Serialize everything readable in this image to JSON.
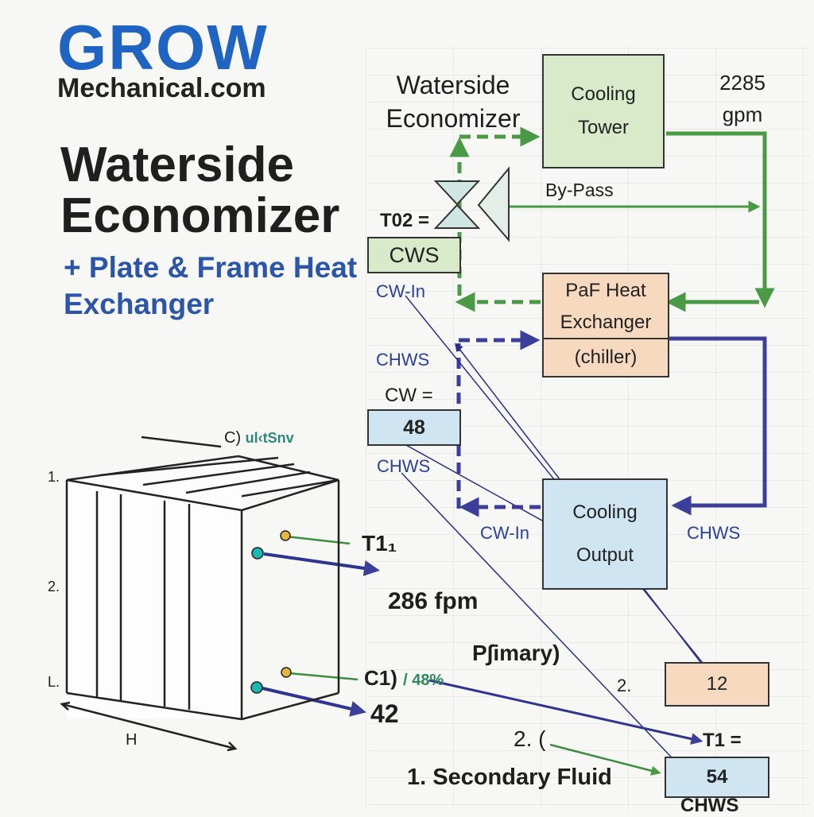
{
  "brand": {
    "name": "GROW",
    "site": "Mechanical.com"
  },
  "heading": {
    "title": "Waterside Economizer",
    "subtitle": "+ Plate & Frame Heat Exchanger"
  },
  "diagram": {
    "section_label": "Waterside Economizer",
    "cooling_tower": "Cooling Tower",
    "flow_rate": "2285 gpm",
    "bypass": "By-Pass",
    "t02_label": "T02 =",
    "cws_box": "CWS",
    "cw_in_top": "CW-In",
    "hx_line1": "PaF Heat",
    "hx_line2": "Exchanger",
    "hx_line3": "(chiller)",
    "chws_1": "CHWS",
    "cw_label": "CW =",
    "cw_value": "48",
    "chws_2": "CHWS",
    "cooling_output_1": "Cooling",
    "cooling_output_2": "Output",
    "cw_in_bottom": "CW-In",
    "chws_right": "CHWS",
    "box_12": "12",
    "box_54": "54",
    "t1_label": "T1 =",
    "chws_bottom": "CHWS",
    "num_2": "2."
  },
  "hx_drawing": {
    "top_label": "C) ",
    "top_label_green": "ul‹tSnv",
    "left_1": "1.",
    "left_2": "2.",
    "left_l": "L.",
    "bottom_h": "H",
    "t11": "T1₁",
    "fpm": "286 fpm",
    "primary": "P∫imary)",
    "c1": "C1) ",
    "c1_green": "/ 48%",
    "val_42": "42",
    "two_paren": "2. (",
    "secondary": "1.  Secondary Fluid"
  },
  "colors": {
    "brand_blue": "#1f64c2",
    "green_line": "#4a9a45",
    "navy_line": "#3c3f9a",
    "tower_fill": "#d8eac9",
    "hx_fill": "#f7d9c0",
    "blue_fill": "#cfe6f2"
  }
}
